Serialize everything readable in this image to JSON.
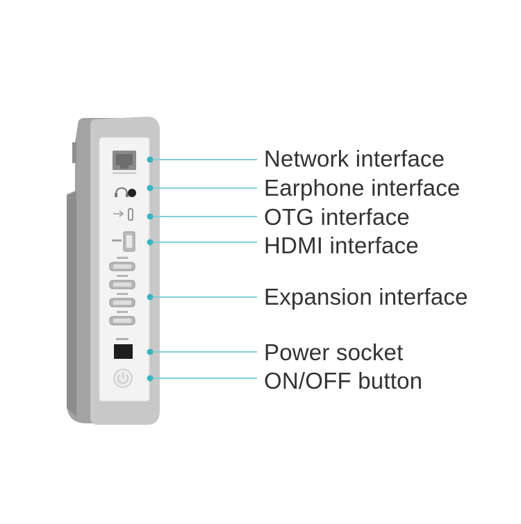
{
  "callouts": [
    {
      "id": "network",
      "label": "Network interface"
    },
    {
      "id": "earphone",
      "label": "Earphone interface"
    },
    {
      "id": "otg",
      "label": "OTG interface"
    },
    {
      "id": "hdmi",
      "label": "HDMI interface"
    },
    {
      "id": "expansion",
      "label": "Expansion interface"
    },
    {
      "id": "power",
      "label": "Power socket"
    },
    {
      "id": "onoff",
      "label": "ON/OFF button"
    }
  ],
  "colors": {
    "leader_line": "#7fd0d8",
    "leader_dot": "#3bb8c4",
    "casing_dark": "#9b9b9b",
    "casing_light": "#c9c9c9",
    "panel": "#f2f2f2",
    "label_text": "#333333"
  },
  "icons": [
    "ethernet-port-icon",
    "headphone-icon",
    "usb-icon",
    "hdmi-port-icon",
    "power-icon"
  ]
}
